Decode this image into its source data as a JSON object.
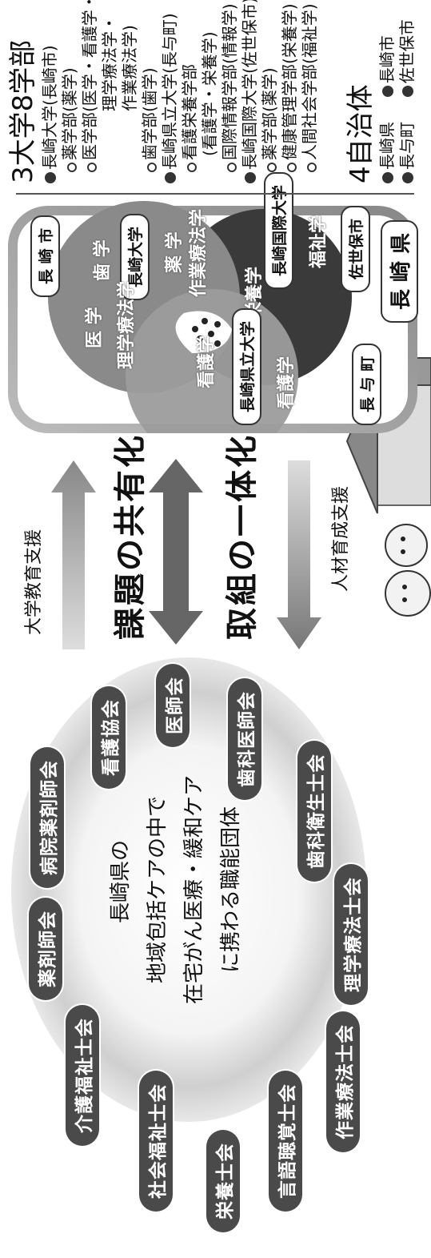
{
  "organizations": {
    "center_lines": [
      "長崎県の",
      "地域包括ケアの中で",
      "在宅がん医療・緩和ケア",
      "に携わる職能団体"
    ],
    "items": [
      "病院薬剤師会",
      "看護協会",
      "医師会",
      "歯科医師会",
      "歯科衛生士会",
      "理学療法士会",
      "作業療法士会",
      "言語聴覚士会",
      "栄養士会",
      "社会福祉士会",
      "介護福祉士会",
      "薬剤師会"
    ]
  },
  "arrows": {
    "upper_label": "大学教育支援",
    "shared": "課題の共有化",
    "unified": "取組の一体化",
    "lower_label": "人材育成支援"
  },
  "venn": {
    "nagasaki_univ": {
      "name": "長崎大学",
      "fields": [
        "医",
        "学",
        "歯",
        "学",
        "薬",
        "学"
      ],
      "sub_fields": [
        "理学療法学",
        "作業療法学"
      ]
    },
    "kenritsu": {
      "name": "長崎県立大学",
      "field": "看護学"
    },
    "kokusai": {
      "name": "長崎国際大学",
      "field": "福祉学"
    },
    "overlap": {
      "left": "看護学",
      "right": "栄養学"
    },
    "places": {
      "nagasaki_city": "長 崎 市",
      "sasebo": "佐世保市",
      "nagayo": "長 与 町",
      "prefecture": "長 崎 県"
    }
  },
  "panel": {
    "title": "3大学8学部",
    "entries": [
      {
        "type": "dot",
        "text": "長崎大学(長崎市)"
      },
      {
        "type": "ring",
        "text": "薬学部(薬学)"
      },
      {
        "type": "ring",
        "text": "医学部(医学・看護学・"
      },
      {
        "type": "cont",
        "text": "理学療法学・"
      },
      {
        "type": "cont",
        "text": "作業療法学)"
      },
      {
        "type": "ring",
        "text": "歯学部(歯学)"
      },
      {
        "type": "dot",
        "text": "長崎県立大学(長与町)"
      },
      {
        "type": "ring",
        "text": "看護栄養学部"
      },
      {
        "type": "cont",
        "text": "(看護学・栄養学)"
      },
      {
        "type": "ring",
        "text": "国際情報学部(情報学)"
      },
      {
        "type": "dot",
        "text": "長崎国際大学(佐世保市)"
      },
      {
        "type": "ring",
        "text": "薬学部(薬学)"
      },
      {
        "type": "ring",
        "text": "健康管理学部(栄養学)"
      },
      {
        "type": "ring",
        "text": "人間社会学部(福祉学)"
      }
    ],
    "gov_title": "4自治体",
    "govs": [
      "長崎県",
      "長崎市",
      "長与町",
      "佐世保市"
    ]
  }
}
